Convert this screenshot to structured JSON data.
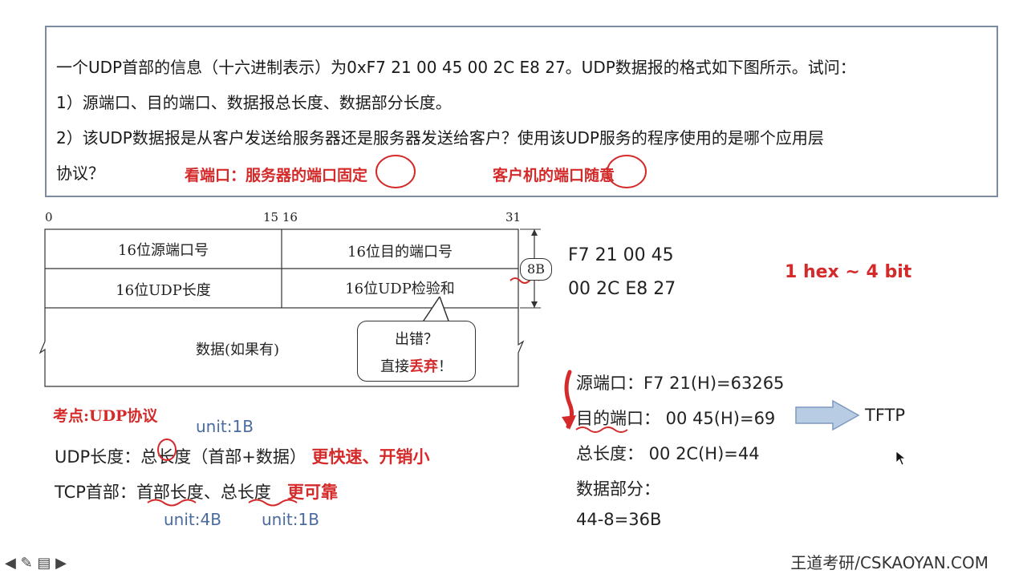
{
  "question": {
    "line1": "一个UDP首部的信息（十六进制表示）为0xF7 21 00 45 00 2C E8 27。UDP数据报的格式如下图所示。试问：",
    "line2": "1）源端口、目的端口、数据报总长度、数据部分长度。",
    "line3": "2）该UDP数据报是从客户发送给服务器还是服务器发送给客户？使用该UDP服务的程序使用的是哪个应用层",
    "line4": "协议？",
    "hint_server": "看端口：服务器的端口固定",
    "hint_client": "客户机的端口随意"
  },
  "diagram": {
    "tick_0": "0",
    "tick_15_16": "15 16",
    "tick_31": "31",
    "src_port": "16位源端口号",
    "dst_port": "16位目的端口号",
    "udp_length": "16位UDP长度",
    "checksum": "16位UDP检验和",
    "data": "数据(如果有)",
    "size_label": "8B"
  },
  "callout": {
    "line1": "出错？",
    "line2_prefix": "直接",
    "line2_red": "丢弃",
    "line2_suffix": "！"
  },
  "hex": {
    "row1": "F7 21 00 45",
    "row2": "00 2C E8 27"
  },
  "hex_note": "1 hex ~ 4 bit",
  "answers": {
    "src": "源端口：F7 21(H)=63265",
    "dst": "目的端口： 00 45(H)=69",
    "protocol": "TFTP",
    "total": "总长度： 00 2C(H)=44",
    "data_label": "数据部分：",
    "data_value": "44-8=36B"
  },
  "notes": {
    "kaodian": "考点:UDP协议",
    "unit_1b_top": "unit:1B",
    "udp_prefix": "UDP长度：",
    "udp_body": "总长度（首部+数据）",
    "udp_red": "更快速、开销小",
    "tcp_prefix": "TCP首部：",
    "tcp_body": "首部长度、总长度",
    "tcp_red": "更可靠",
    "unit_4b": "unit:4B",
    "unit_1b_bottom": "unit:1B"
  },
  "brand": "王道考研/CSKAOYAN.COM",
  "colors": {
    "red": "#d42a2a",
    "blue": "#4a6ba0",
    "border": "#7d8ba0",
    "arrow_fill": "#b8cce4"
  }
}
